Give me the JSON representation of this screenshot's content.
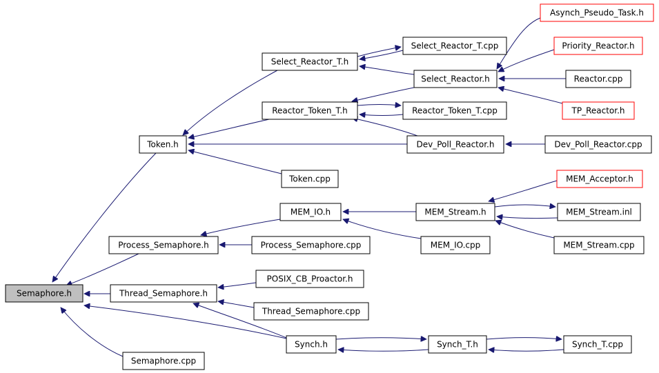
{
  "colors": {
    "edge": "#191970",
    "node_border": "#000000",
    "node_border_incomplete": "#ff0000",
    "node_fill": "#ffffff",
    "root_fill": "#bfbfbf"
  },
  "nodes": [
    {
      "id": "semaphore_h",
      "label": "Semaphore.h",
      "style": "root"
    },
    {
      "id": "semaphore_cpp",
      "label": "Semaphore.cpp",
      "style": "normal"
    },
    {
      "id": "token_h",
      "label": "Token.h",
      "style": "normal"
    },
    {
      "id": "token_cpp",
      "label": "Token.cpp",
      "style": "normal"
    },
    {
      "id": "process_semaphore_h",
      "label": "Process_Semaphore.h",
      "style": "normal"
    },
    {
      "id": "process_semaphore_cpp",
      "label": "Process_Semaphore.cpp",
      "style": "normal"
    },
    {
      "id": "thread_semaphore_h",
      "label": "Thread_Semaphore.h",
      "style": "normal"
    },
    {
      "id": "thread_semaphore_cpp",
      "label": "Thread_Semaphore.cpp",
      "style": "normal"
    },
    {
      "id": "posix_cb_proactor_h",
      "label": "POSIX_CB_Proactor.h",
      "style": "normal"
    },
    {
      "id": "synch_h",
      "label": "Synch.h",
      "style": "normal"
    },
    {
      "id": "synch_t_h",
      "label": "Synch_T.h",
      "style": "normal"
    },
    {
      "id": "synch_t_cpp",
      "label": "Synch_T.cpp",
      "style": "normal"
    },
    {
      "id": "mem_io_h",
      "label": "MEM_IO.h",
      "style": "normal"
    },
    {
      "id": "mem_io_cpp",
      "label": "MEM_IO.cpp",
      "style": "normal"
    },
    {
      "id": "mem_stream_h",
      "label": "MEM_Stream.h",
      "style": "normal"
    },
    {
      "id": "mem_stream_inl",
      "label": "MEM_Stream.inl",
      "style": "normal"
    },
    {
      "id": "mem_stream_cpp",
      "label": "MEM_Stream.cpp",
      "style": "normal"
    },
    {
      "id": "mem_acceptor_h",
      "label": "MEM_Acceptor.h",
      "style": "incomplete"
    },
    {
      "id": "select_reactor_t_h",
      "label": "Select_Reactor_T.h",
      "style": "normal"
    },
    {
      "id": "select_reactor_t_cpp",
      "label": "Select_Reactor_T.cpp",
      "style": "normal"
    },
    {
      "id": "select_reactor_h",
      "label": "Select_Reactor.h",
      "style": "normal"
    },
    {
      "id": "reactor_token_t_h",
      "label": "Reactor_Token_T.h",
      "style": "normal"
    },
    {
      "id": "reactor_token_t_cpp",
      "label": "Reactor_Token_T.cpp",
      "style": "normal"
    },
    {
      "id": "dev_poll_reactor_h",
      "label": "Dev_Poll_Reactor.h",
      "style": "normal"
    },
    {
      "id": "dev_poll_reactor_cpp",
      "label": "Dev_Poll_Reactor.cpp",
      "style": "normal"
    },
    {
      "id": "asynch_pseudo_task_h",
      "label": "Asynch_Pseudo_Task.h",
      "style": "incomplete"
    },
    {
      "id": "priority_reactor_h",
      "label": "Priority_Reactor.h",
      "style": "incomplete"
    },
    {
      "id": "reactor_cpp",
      "label": "Reactor.cpp",
      "style": "normal"
    },
    {
      "id": "tp_reactor_h",
      "label": "TP_Reactor.h",
      "style": "incomplete"
    }
  ],
  "edges": [
    {
      "from": "semaphore_cpp",
      "to": "semaphore_h"
    },
    {
      "from": "token_h",
      "to": "semaphore_h"
    },
    {
      "from": "process_semaphore_h",
      "to": "semaphore_h"
    },
    {
      "from": "thread_semaphore_h",
      "to": "semaphore_h"
    },
    {
      "from": "synch_h",
      "to": "semaphore_h"
    },
    {
      "from": "token_cpp",
      "to": "token_h"
    },
    {
      "from": "select_reactor_t_h",
      "to": "token_h"
    },
    {
      "from": "reactor_token_t_h",
      "to": "token_h"
    },
    {
      "from": "dev_poll_reactor_h",
      "to": "token_h"
    },
    {
      "from": "mem_io_h",
      "to": "process_semaphore_h"
    },
    {
      "from": "process_semaphore_cpp",
      "to": "process_semaphore_h"
    },
    {
      "from": "posix_cb_proactor_h",
      "to": "thread_semaphore_h"
    },
    {
      "from": "thread_semaphore_cpp",
      "to": "thread_semaphore_h"
    },
    {
      "from": "synch_h",
      "to": "thread_semaphore_h"
    },
    {
      "from": "synch_h",
      "to": "synch_t_h"
    },
    {
      "from": "synch_t_h",
      "to": "synch_h"
    },
    {
      "from": "synch_t_h",
      "to": "synch_t_cpp"
    },
    {
      "from": "synch_t_cpp",
      "to": "synch_t_h"
    },
    {
      "from": "mem_io_cpp",
      "to": "mem_io_h"
    },
    {
      "from": "mem_stream_h",
      "to": "mem_io_h"
    },
    {
      "from": "mem_acceptor_h",
      "to": "mem_stream_h"
    },
    {
      "from": "mem_stream_h",
      "to": "mem_stream_inl"
    },
    {
      "from": "mem_stream_inl",
      "to": "mem_stream_h"
    },
    {
      "from": "mem_stream_cpp",
      "to": "mem_stream_h"
    },
    {
      "from": "select_reactor_t_h",
      "to": "select_reactor_t_cpp"
    },
    {
      "from": "select_reactor_t_cpp",
      "to": "select_reactor_t_h"
    },
    {
      "from": "select_reactor_h",
      "to": "select_reactor_t_h"
    },
    {
      "from": "asynch_pseudo_task_h",
      "to": "select_reactor_h"
    },
    {
      "from": "priority_reactor_h",
      "to": "select_reactor_h"
    },
    {
      "from": "reactor_cpp",
      "to": "select_reactor_h"
    },
    {
      "from": "tp_reactor_h",
      "to": "select_reactor_h"
    },
    {
      "from": "select_reactor_h",
      "to": "reactor_token_t_h"
    },
    {
      "from": "reactor_token_t_h",
      "to": "reactor_token_t_cpp"
    },
    {
      "from": "reactor_token_t_cpp",
      "to": "reactor_token_t_h"
    },
    {
      "from": "dev_poll_reactor_h",
      "to": "reactor_token_t_h"
    },
    {
      "from": "dev_poll_reactor_cpp",
      "to": "dev_poll_reactor_h"
    }
  ]
}
